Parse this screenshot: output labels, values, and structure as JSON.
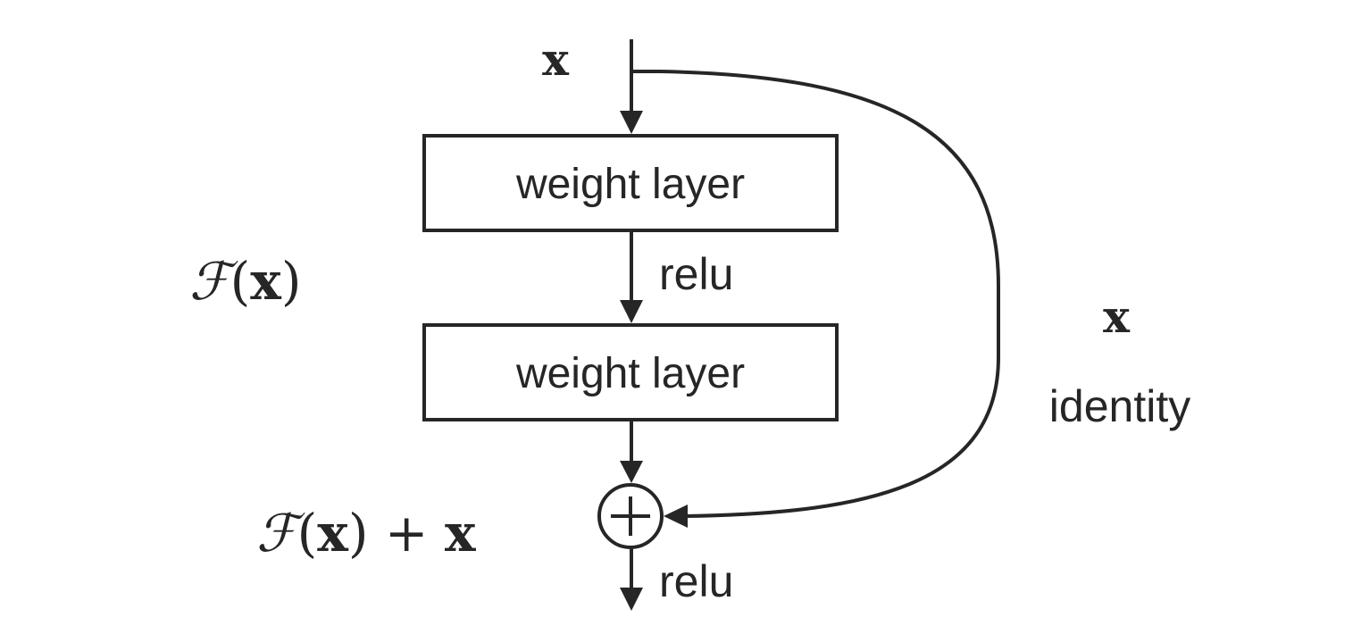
{
  "input_label": "x",
  "layers": [
    {
      "label": "weight layer"
    },
    {
      "label": "weight layer"
    }
  ],
  "activation_mid": "relu",
  "activation_out": "relu",
  "residual_label": {
    "func": "ℱ",
    "paren_open": "(",
    "var": "x",
    "paren_close": ")"
  },
  "sum_label": {
    "func": "ℱ",
    "paren_open": "(",
    "var": "x",
    "paren_close": ")",
    "plus": " + ",
    "var2": "x"
  },
  "shortcut": {
    "var_label": "x",
    "name": "identity"
  },
  "sum_symbol": "+"
}
